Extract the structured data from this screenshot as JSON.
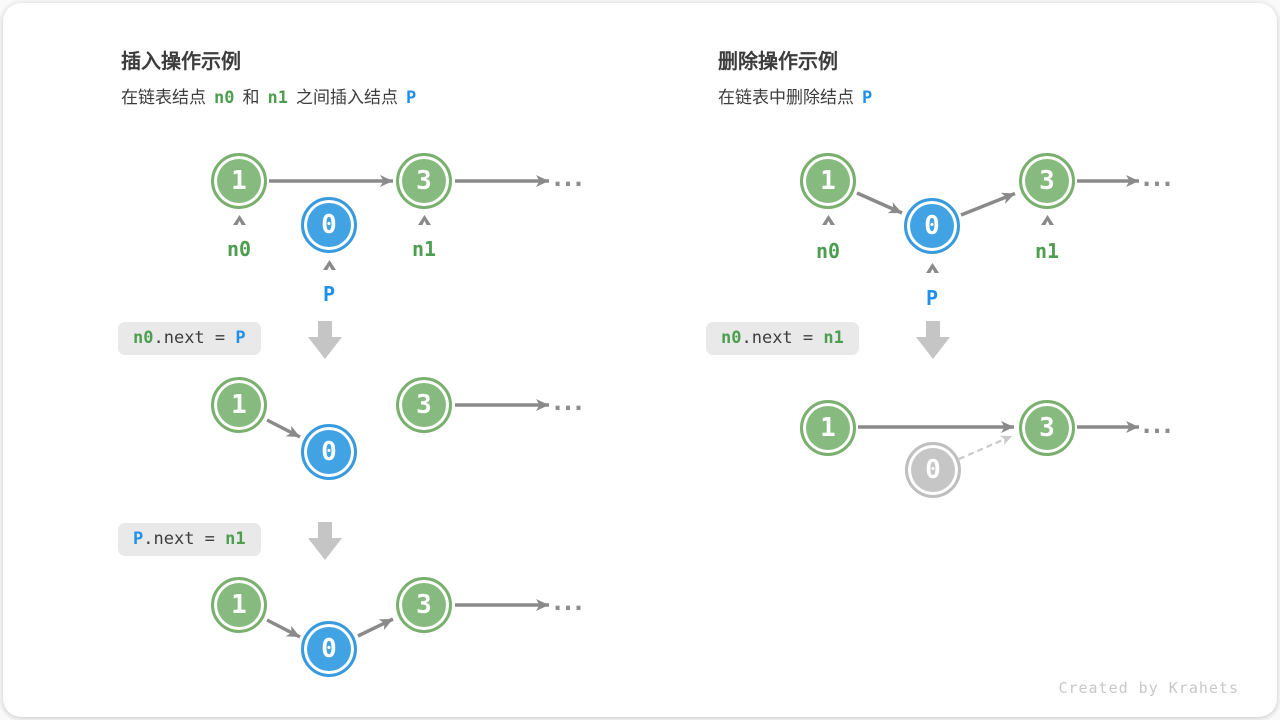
{
  "colors": {
    "green-fill": "#86ba7e",
    "green-border": "#7ab06e",
    "green-text": "#4d9e50",
    "blue-fill": "#41a2e4",
    "blue-border": "#399bde",
    "blue-text": "#2090ea",
    "gray-fill": "#c6c6c6",
    "gray-border": "#bfbfbf",
    "arrow": "#8a8a8a",
    "light-arrow": "#cacaca",
    "ink": "#3c3c3c",
    "code-bg": "#e9e9e9",
    "code-ink": "#3d3d3d",
    "block-arrow": "#c5c5c5",
    "dots": "#8c8c8c",
    "footer-text": "#c8c8c8"
  },
  "insert": {
    "title": "插入操作示例",
    "subtitle_prefix": "在链表结点",
    "subtitle_mid": "和",
    "subtitle_suffix": "之间插入结点",
    "code1": {
      "a": "n0",
      "op": ".next = ",
      "b": "P"
    },
    "code2": {
      "a": "P",
      "op": ".next = ",
      "b": "n1"
    }
  },
  "delete": {
    "title": "删除操作示例",
    "subtitle_prefix": "在链表中删除结点",
    "code1": {
      "a": "n0",
      "op": ".next = ",
      "b": "n1"
    }
  },
  "refs": {
    "n0": "n0",
    "n1": "n1",
    "p": "P"
  },
  "values": {
    "one": "1",
    "zero": "0",
    "three": "3"
  },
  "ellipsis": "...",
  "footer": "Created by Krahets"
}
